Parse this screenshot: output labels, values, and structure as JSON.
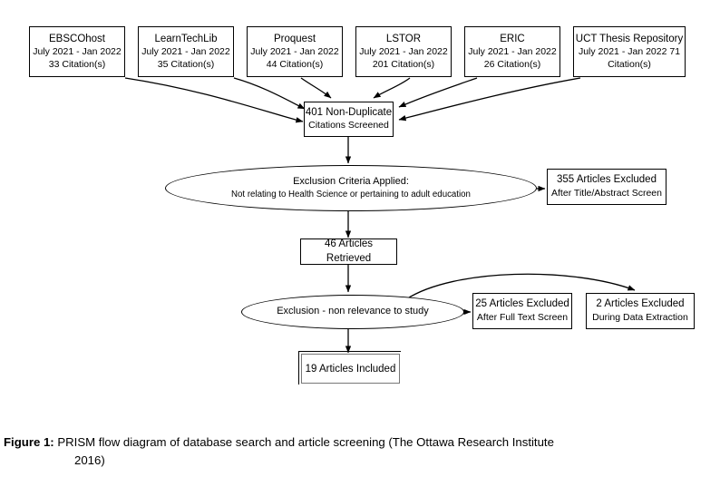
{
  "figure": {
    "label": "Figure 1:",
    "caption_line1": "PRISM flow diagram of database search and article screening (The Ottawa Research Institute",
    "caption_line2": "2016)"
  },
  "diagram": {
    "type": "flowchart",
    "sources": [
      {
        "name": "EBSCOhost",
        "period": "July 2021 - Jan 2022",
        "count": "33 Citation(s)"
      },
      {
        "name": "LearnTechLib",
        "period": "July 2021 - Jan 2022",
        "count": "35 Citation(s)"
      },
      {
        "name": "Proquest",
        "period": "July 2021 - Jan 2022",
        "count": "44 Citation(s)"
      },
      {
        "name": "LSTOR",
        "period": "July 2021 - Jan 2022",
        "count": "201 Citation(s)"
      },
      {
        "name": "ERIC",
        "period": "July 2021 - Jan 2022",
        "count": "26 Citation(s)"
      },
      {
        "name": "UCT Thesis Repository",
        "period": "July 2021 - Jan 2022 71",
        "count": "Citation(s)"
      }
    ],
    "screened": {
      "line1": "401 Non-Duplicate",
      "line2": "Citations Screened"
    },
    "exclusion_criteria": {
      "line1": "Exclusion Criteria Applied:",
      "line2": "Not relating to Health Science or pertaining to adult education"
    },
    "excluded_title_abstract": {
      "line1": "355 Articles Excluded",
      "line2": "After Title/Abstract Screen"
    },
    "retrieved": {
      "line1": "46 Articles Retrieved"
    },
    "exclusion_relevance": {
      "line1": "Exclusion - non relevance to study"
    },
    "excluded_full_text": {
      "line1": "25 Articles Excluded",
      "line2": "After Full Text Screen"
    },
    "excluded_data_extraction": {
      "line1": "2 Articles Excluded",
      "line2": "During Data Extraction"
    },
    "included": {
      "line1": "19 Articles Included"
    }
  }
}
